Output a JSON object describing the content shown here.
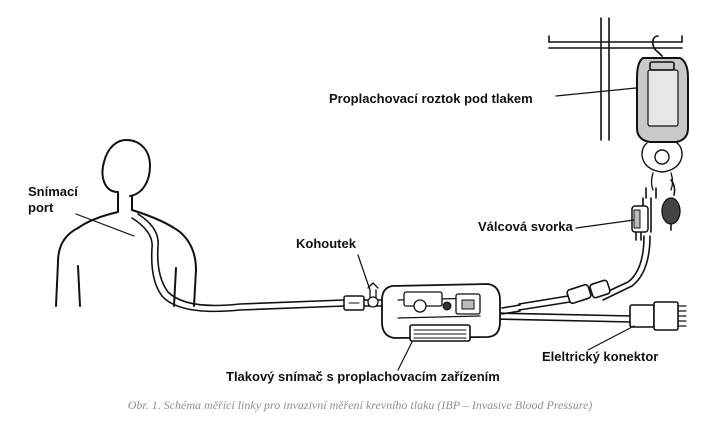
{
  "labels": {
    "flush_solution": "Proplachovací roztok pod tlakem",
    "sensing_port": "Snímací",
    "sensing_port_2": "port",
    "stopcock": "Kohoutek",
    "roller_clamp": "Válcová svorka",
    "transducer": "Tlakový snímač s proplachovacím zařízením",
    "electric_connector": "Eleltrický konektor"
  },
  "caption": "Obr. 1. Schéma měřící linky pro invazivní měření krevního tlaku (IBP – Invasive Blood Pressure)",
  "colors": {
    "line": "#111111",
    "bag_fill": "#c9c9c9",
    "bag_inner": "#e6e6e6",
    "caption": "#8a8f98"
  }
}
